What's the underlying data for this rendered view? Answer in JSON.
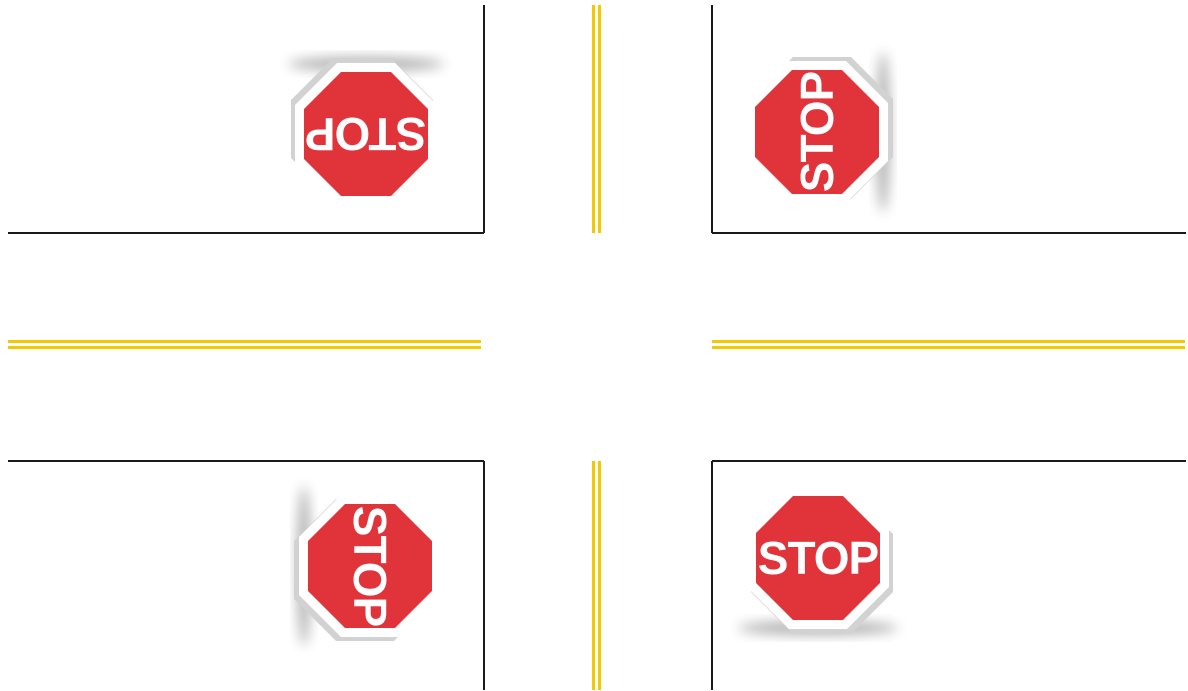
{
  "colors": {
    "background": "#ffffff",
    "curb_line": "#1a1a1a",
    "center_line": "#f5c800",
    "sign_red": "#e0343a",
    "sign_border": "#ffffff",
    "sign_edge": "#d2d2d2",
    "sign_text": "#ffffff"
  },
  "signs": [
    {
      "id": "top-left",
      "text": "STOP",
      "faces": "rotated 180 degrees"
    },
    {
      "id": "top-right",
      "text": "STOP",
      "faces": "rotated 90 degrees counter-clockwise"
    },
    {
      "id": "bottom-left",
      "text": "STOP",
      "faces": "rotated 90 degrees clockwise"
    },
    {
      "id": "bottom-right",
      "text": "STOP",
      "faces": "upright"
    }
  ],
  "icons": [
    "stop-sign-icon",
    "road-center-line",
    "road-curb"
  ]
}
